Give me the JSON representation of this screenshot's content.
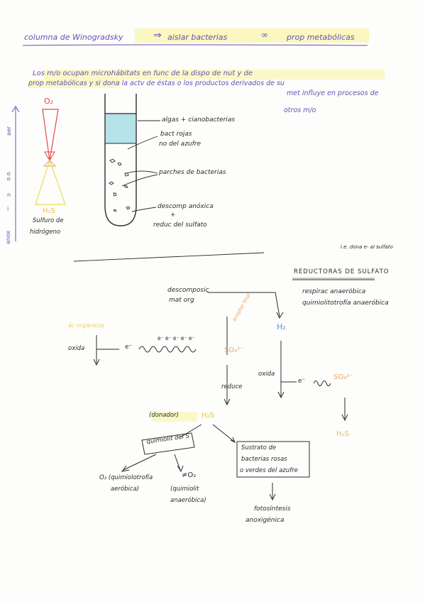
{
  "colors": {
    "ink": "#2b2b2b",
    "purple": "#6a4fb0",
    "blue": "#3aa0d8",
    "teal": "#7ccfd8",
    "red": "#e24848",
    "orange": "#f0a060",
    "yellow": "#e9e070",
    "highlight": "#f6f07a"
  },
  "header": {
    "title_part1": "columna de Winogradsky",
    "title_part2": "aislar bacterias",
    "title_part3": "prop metabólicas"
  },
  "intro": {
    "line1": "Los m/o ocupan microhábitats en func de la dispo de nut y de",
    "line2": "prop metabólicas y si dona la actv de éstas o los productos derivados de su",
    "line3": "met influye en procesos de",
    "line4": "otros m/o"
  },
  "column": {
    "labels": {
      "algae": "algas + cianobacterias",
      "red_bacteria_1": "bact rojas",
      "red_bacteria_2": "no del azufre",
      "patches": "parches de bacterias",
      "decomp_1": "descomp anóxica",
      "decomp_plus": "+",
      "decomp_2": "reduc del sulfato"
    }
  },
  "gradient": {
    "o2": "O₂",
    "h2s": "H₂S",
    "h2s_label_1": "Sulfuro de",
    "h2s_label_2": "hidrógeno",
    "left_notes": [
      "aer",
      "o o",
      "n",
      "i",
      "anox"
    ]
  },
  "diagram": {
    "note_top_right": "i.e. dona e- al sulfato",
    "heading": "REDUCTORAS DE SULFATO",
    "resp_1": "respirac anaeróbica",
    "resp_2": "quimiolitotrofía anaeróbica",
    "descomp_1": "descomposic",
    "descomp_2": "mat org",
    "ac_organicos": "ác orgánicos",
    "oxida_left": "oxida",
    "electron_left": "e⁻",
    "electrons_wave": "e⁻ e⁻ e⁻ e⁻ e⁻",
    "so4_left": "SO₄²⁻",
    "accept_note": "aceptor final",
    "h2": "H₂",
    "oxida_right": "oxida",
    "electron_right": "e⁻",
    "so4_right": "SO₄²⁻",
    "reduce": "reduce",
    "h2s_right": "H₂S",
    "donador": "(donador)",
    "h2s_center": "H₂S",
    "quimio_box": "quimiolit del S",
    "substrate_1": "Sustrato de",
    "substrate_2": "bacterias rosas",
    "substrate_3": "o verdes del azufre",
    "o2_1": "O₂ (quimiolotrofía",
    "o2_2": "aeróbica)",
    "neq_o2": "≠O₂",
    "quimiolit_1": "(quimiolit",
    "quimiolit_2": "anaeróbica)",
    "photo_1": "fotosíntesis",
    "photo_2": "anoxigénica"
  }
}
